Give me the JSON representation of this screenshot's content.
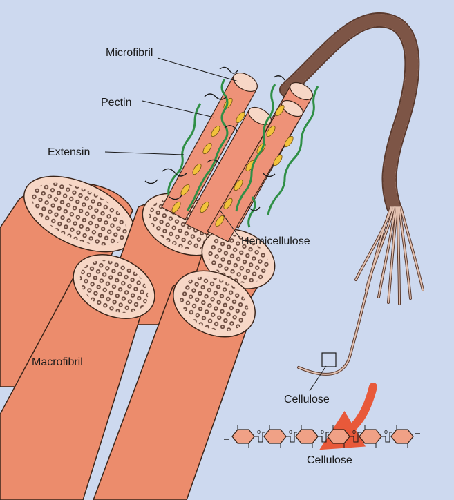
{
  "colors": {
    "background": "#cdd9ef",
    "fiber_fill": "#ec8c6c",
    "fiber_stroke": "#3a2419",
    "fiber_end": "#f7d7c6",
    "microfibril_fill": "#ee9278",
    "hemicellulose": "#f2c23b",
    "extensin": "#2f8f46",
    "pectin": "#1a1a1a",
    "rope": "#c89a86",
    "glucose_ring": "#f0a186",
    "arrow": "#e8593a"
  },
  "labels": {
    "microfibril": "Microfibril",
    "pectin": "Pectin",
    "extensin": "Extensin",
    "hemicellulose": "Hemicellulose",
    "macrofibril": "Macrofibril",
    "cellulose_strand": "Cellulose",
    "cellulose_chain": "Cellulose"
  },
  "chain": {
    "ring_count": 6,
    "link_glyph": "o"
  }
}
